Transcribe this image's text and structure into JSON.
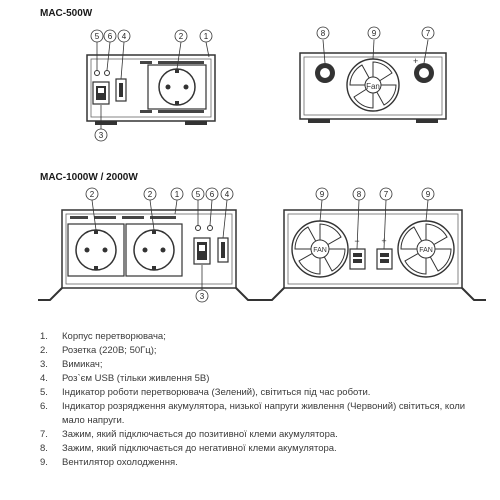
{
  "models": {
    "mac500": "MAC-500W",
    "mac1000": "MAC-1000W / 2000W"
  },
  "fan_label_small": "Fan",
  "fan_label": "FAN",
  "plus_sign": "+",
  "minus_sign": "−",
  "callouts": {
    "m500_front": [
      "5",
      "6",
      "4",
      "2",
      "1",
      "3"
    ],
    "m500_back": [
      "8",
      "9",
      "7"
    ],
    "m1000_front": [
      "2",
      "2",
      "1",
      "5",
      "6",
      "4",
      "3"
    ],
    "m1000_back": [
      "9",
      "8",
      "7",
      "9"
    ]
  },
  "legend": [
    {
      "num": "1.",
      "text": "Корпус перетворювача;"
    },
    {
      "num": "2.",
      "text": "Розетка (220В; 50Гц);"
    },
    {
      "num": "3.",
      "text": "Вимикач;"
    },
    {
      "num": "4.",
      "text": "Роз`єм USB (тільки живлення 5В)"
    },
    {
      "num": "5.",
      "text": "Індикатор роботи перетворювача (Зелений), світиться під час роботи."
    },
    {
      "num": "6.",
      "text": "Індикатор розрядження акумулятора, низької напруги живлення (Червоний) світиться, коли мало напруги."
    },
    {
      "num": "7.",
      "text": "Зажим, який підключається до позитивної клеми акумулятора."
    },
    {
      "num": "8.",
      "text": "Зажим, який підключається до негативної клеми акумулятора."
    },
    {
      "num": "9.",
      "text": "Вентилятор охолодження."
    }
  ]
}
